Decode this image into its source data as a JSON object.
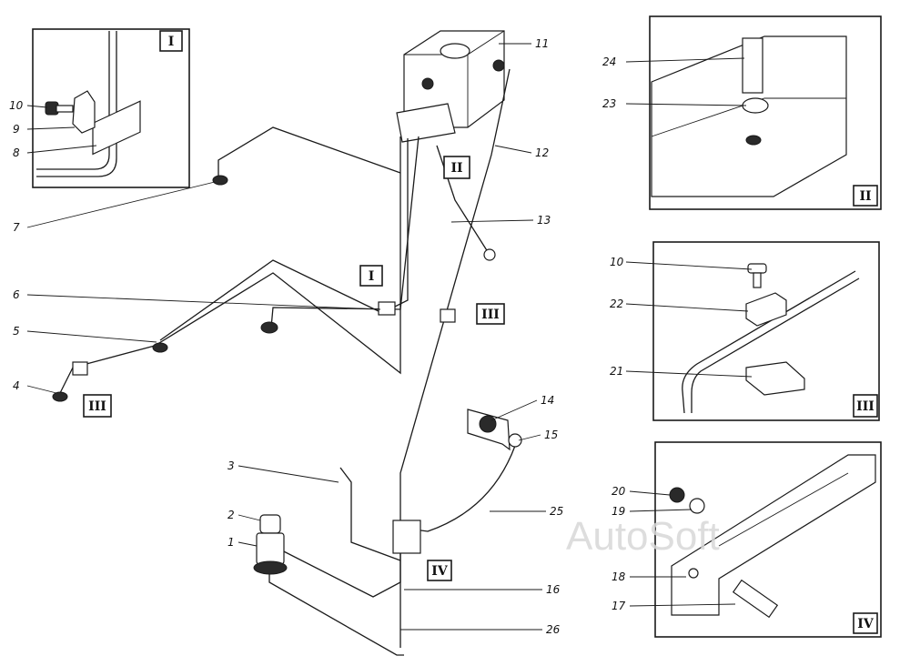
{
  "callouts": {
    "n1": "1",
    "n2": "2",
    "n3": "3",
    "n4": "4",
    "n5": "5",
    "n6": "6",
    "n7": "7",
    "n8": "8",
    "n9": "9",
    "n10": "10",
    "n11": "11",
    "n12": "12",
    "n13": "13",
    "n14": "14",
    "n15": "15",
    "n16": "16",
    "n17": "17",
    "n18": "18",
    "n19": "19",
    "n20": "20",
    "n21": "21",
    "n22": "22",
    "n23": "23",
    "n24": "24",
    "n25": "25",
    "n26": "26"
  },
  "insets": {
    "I": "I",
    "II": "II",
    "III": "III",
    "IV": "IV"
  },
  "watermark": "AutoSoft"
}
